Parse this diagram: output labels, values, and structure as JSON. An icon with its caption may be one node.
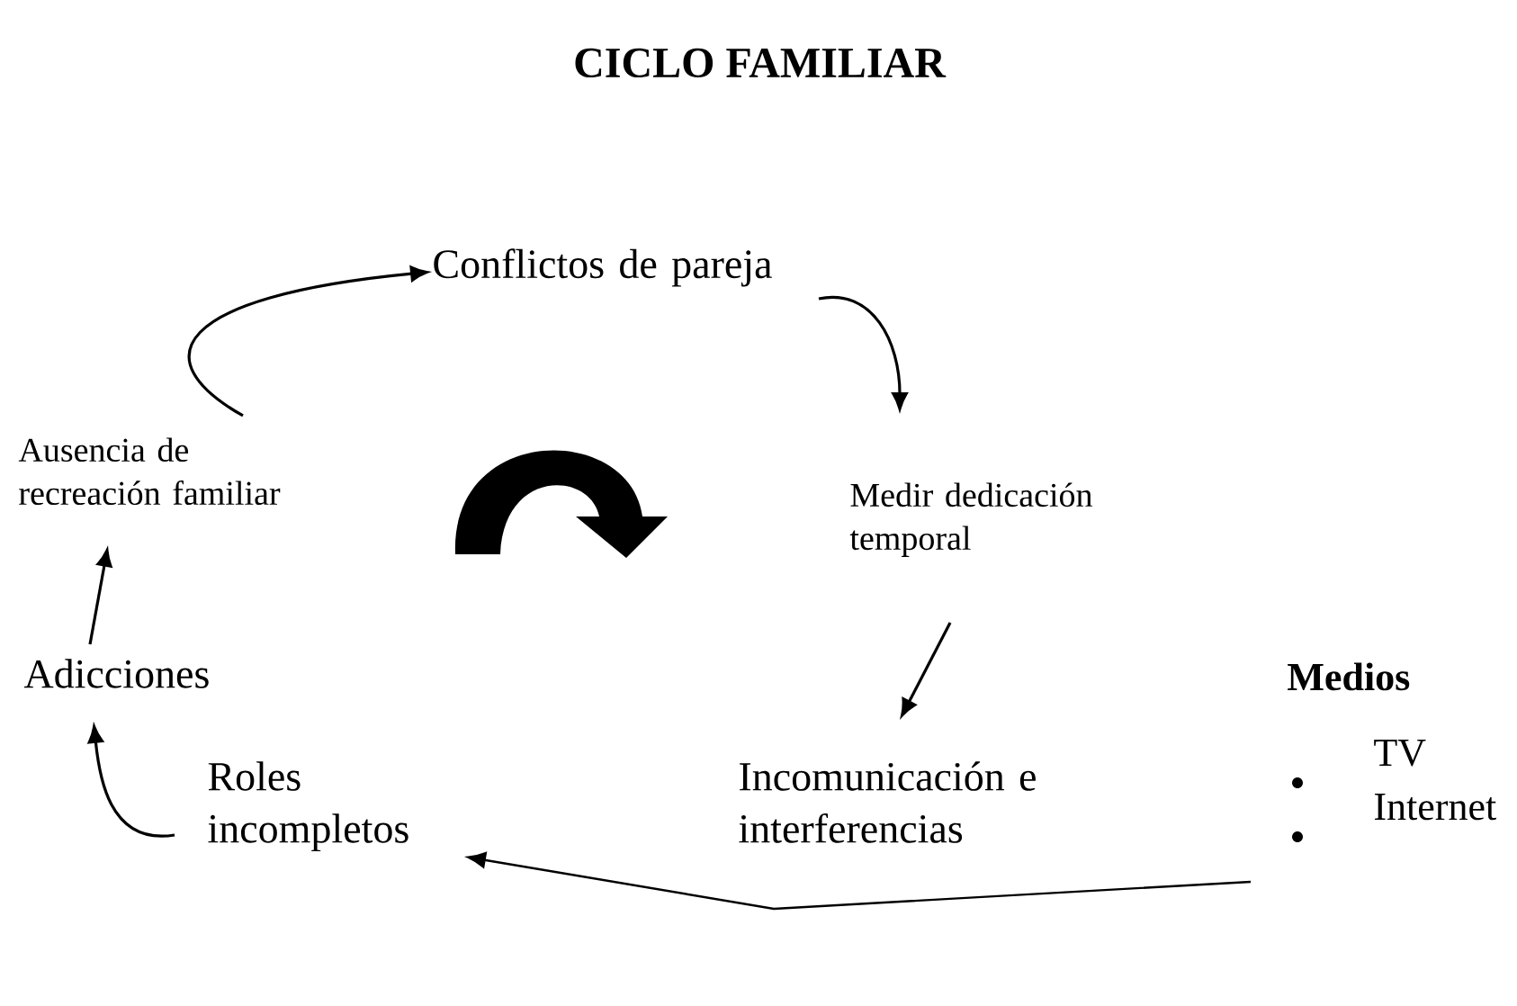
{
  "diagram": {
    "title": "CICLO FAMILIAR",
    "nodes": [
      {
        "text": [
          "Conflictos de pareja"
        ]
      },
      {
        "text": [
          "Medir dedicación temporal"
        ]
      },
      {
        "text": [
          "Incomunicación e interferencias"
        ]
      },
      {
        "text": [
          "Roles incompletos"
        ]
      },
      {
        "text": [
          "Adicciones"
        ]
      },
      {
        "text": [
          "Ausencia de recreación familiar"
        ]
      },
      {
        "text": [
          "Medios",
          "TV",
          "Internet"
        ]
      }
    ],
    "edges": [
      {
        "from": 0,
        "to": 1,
        "arrow": "to"
      },
      {
        "from": 1,
        "to": 2,
        "arrow": "to"
      },
      {
        "from": 6,
        "to": 3,
        "arrow": "to"
      },
      {
        "from": 3,
        "to": 4,
        "arrow": "to"
      },
      {
        "from": 4,
        "to": 5,
        "arrow": "to"
      },
      {
        "from": 5,
        "to": 0,
        "arrow": "to"
      }
    ]
  }
}
